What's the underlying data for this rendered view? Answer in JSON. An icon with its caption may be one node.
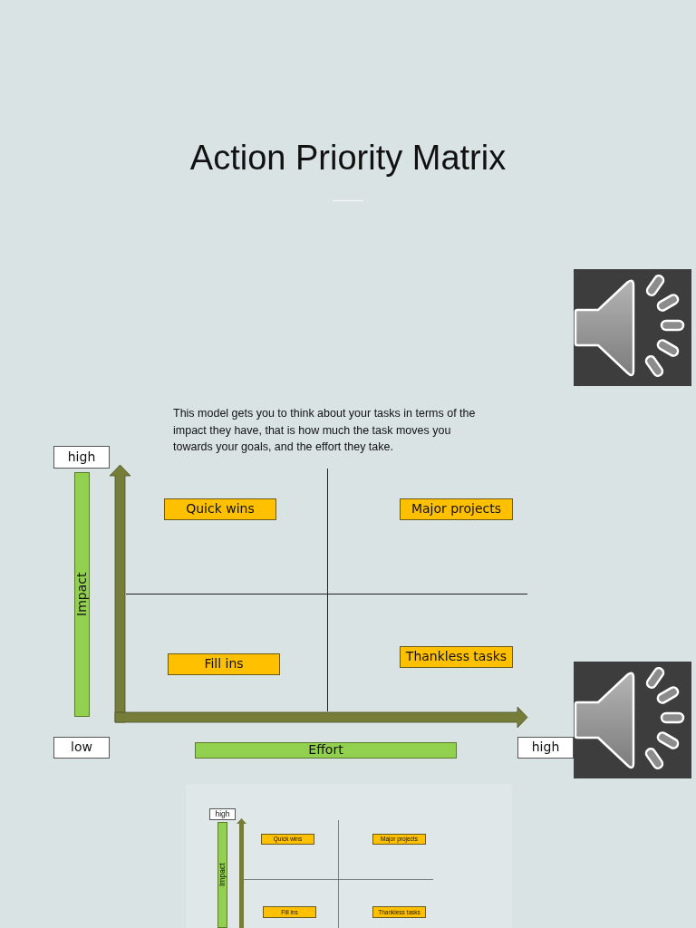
{
  "diagram": {
    "title": "Action Priority Matrix",
    "nodes": [
      {
        "text": [
          "high"
        ]
      },
      {
        "text": [
          "Impact"
        ]
      },
      {
        "text": [
          "Quick wins"
        ]
      },
      {
        "text": [
          "Major projects"
        ]
      },
      {
        "text": [
          "Fill ins"
        ]
      },
      {
        "text": [
          "Thankless tasks"
        ]
      },
      {
        "text": [
          "low"
        ]
      },
      {
        "text": [
          "Effort"
        ]
      },
      {
        "text": [
          "high"
        ]
      },
      {
        "text": [],
        "shape": "picture"
      },
      {
        "text": [
          "high"
        ],
        "in": 9
      },
      {
        "text": [
          "Impact"
        ],
        "in": 9
      },
      {
        "text": [
          "Quick wins"
        ],
        "in": 9
      },
      {
        "text": [
          "Major projects"
        ],
        "in": 9
      },
      {
        "text": [
          "Fill ins"
        ],
        "in": 9
      },
      {
        "text": [
          "Thankless tasks"
        ],
        "in": 9
      }
    ],
    "labels": [
      "This model gets you to think about your tasks in terms of the impact they have, that is how much the task moves you towards your goals, and the effort they take."
    ]
  }
}
